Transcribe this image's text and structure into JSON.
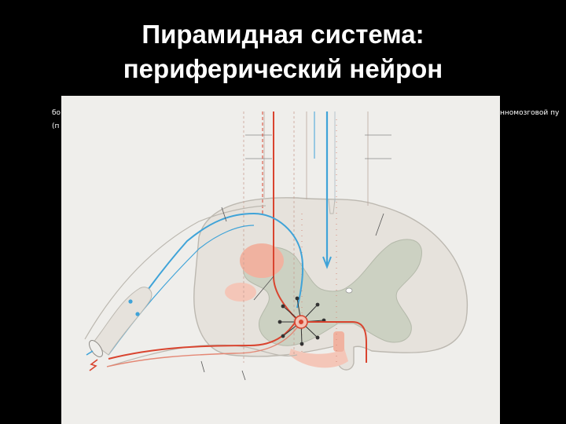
{
  "slide": {
    "title_line1": "Пирамидная система:",
    "title_line2": "периферический нейрон",
    "left_label_line1": "бо",
    "left_label_line2": "(п",
    "right_label_line1": "нномозговой пу"
  },
  "colors": {
    "background": "#000000",
    "title": "#ffffff",
    "diagram_background": "#efeeeb",
    "white_matter": "#e6e2dc",
    "gray_matter": "#ccd1c2",
    "motor_red": "#d9442f",
    "sensory_blue": "#3fa3d8",
    "pink_region": "#f0b2a0"
  }
}
